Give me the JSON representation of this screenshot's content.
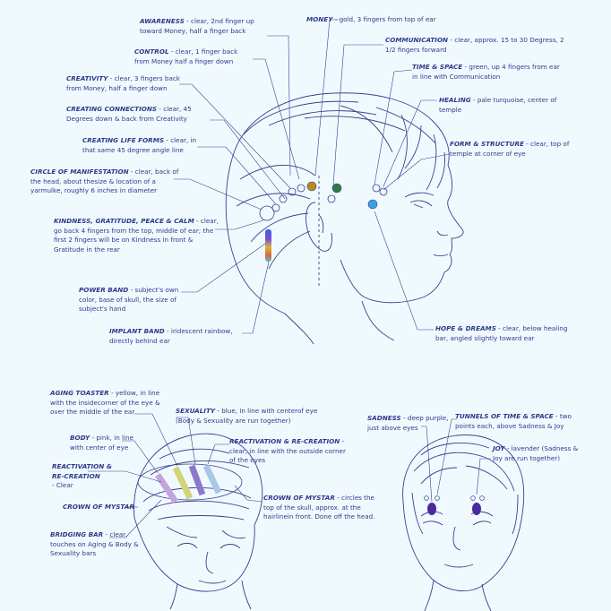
{
  "colors": {
    "background": "#f0fafe",
    "text": "#2d3a8c",
    "line": "#3a3f8f",
    "money": "#b88a1a",
    "time_space": "#2f7a4a",
    "healing": "#6fd0d8",
    "hope": "#3aa0e0",
    "sadness": "#4a2a9a"
  },
  "side_view": {
    "awareness": {
      "title": "AWARENESS",
      "desc": " - clear, 2nd finger up toward Money, half a finger back"
    },
    "money": {
      "title": "MONEY",
      "desc": " - gold, 3 fingers from top of ear"
    },
    "communication": {
      "title": "COMMUNICATION",
      "desc": " - clear, approx. 15 to 30 Degress, 2 1/2 fingers forward"
    },
    "control": {
      "title": "CONTROL",
      "desc": " - clear, 1 finger back from Money half a finger down"
    },
    "time_space": {
      "title": "TIME & SPACE",
      "desc": " - green, up 4 fingers from ear in line with Communication"
    },
    "creativity": {
      "title": "CREATIVITY",
      "desc": " - clear, 3 fingers back from Money, half a finger down"
    },
    "healing": {
      "title": "HEALING",
      "desc": " - pale turquoise, center of temple"
    },
    "creating_connections": {
      "title": "CREATING CONNECTIONS",
      "desc": " - clear, 45 Degrees down & back from Creativity"
    },
    "creating_life_forms": {
      "title": "CREATING LIFE FORMS",
      "desc": " - clear, in that same 45 degree angle line"
    },
    "form_structure": {
      "title": "FORM & STRUCTURE",
      "desc": " - clear, top of temple at corner of eye"
    },
    "circle_manifestation": {
      "title": "CIRCLE OF MANIFESTATION",
      "desc": " - clear, back of the head, about thesize & location of a yarmulke, roughly 6 inches in diameter"
    },
    "kindness": {
      "title": "KINDNESS, GRATITUDE, PEACE & CALM",
      "desc": " - clear, go back 4 fingers from the top, middle of ear; the first 2 fingers will be on Kindness in front & Gratitude in the rear"
    },
    "power_band": {
      "title": "POWER BAND",
      "desc": " - subject's own color, base of skull, the size of subject's hand"
    },
    "implant_band": {
      "title": "IMPLANT BAND",
      "desc": " - iridescent rainbow, directly behind ear"
    },
    "hope_dreams": {
      "title": "HOPE & DREAMS",
      "desc": " - clear, below healing bar, angled slightly toward ear"
    }
  },
  "top_view": {
    "aging_toaster": {
      "title": "AGING TOASTER",
      "desc": " - yellow, in line with the insidecorner of the eye & over the middle of the ear"
    },
    "sexuality": {
      "title": "SEXUALITY",
      "desc": " - blue, in line with centerof eye (Body & Sexuality are run together)"
    },
    "body": {
      "title": "BODY",
      "desc": " - pink, in line with center of eye"
    },
    "reactivation_outer": {
      "title": "REACTIVATION & RE-CREATION",
      "desc": " - clear, in line with the outside corner of the eyes"
    },
    "reactivation_left_title": "REACTIVATION & RE-CREATION",
    "reactivation_left_desc": "- Clear",
    "crown_left": {
      "title": "CROWN OF MYSTAR",
      "desc": ""
    },
    "crown_right": {
      "title": "CROWN OF MYSTAR",
      "desc": " - circles the top of the skull, approx. at the hairlinein front. Done off the head."
    },
    "bridging_bar": {
      "title": "BRIDGING BAR",
      "desc": " - clear, touches on Aging & Body & Sexuality bars"
    }
  },
  "front_view": {
    "sadness": {
      "title": "SADNESS",
      "desc": " - deep purple, just above eyes"
    },
    "tunnels": {
      "title": "TUNNELS OF TIME & SPACE",
      "desc": " - two points each, above Sadness & Joy"
    },
    "joy": {
      "title": "JOY",
      "desc": " - lavender (Sadness & Joy are run together)"
    }
  }
}
